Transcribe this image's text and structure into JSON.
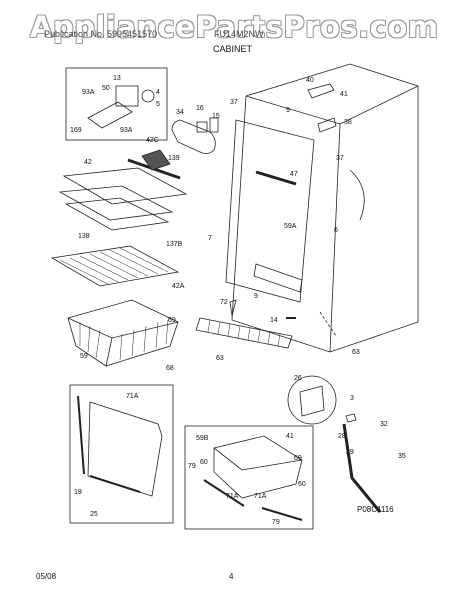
{
  "header": {
    "watermark": "AppliancePartsPros.com",
    "subtitle_left": "Publication No. 5995451570",
    "subtitle_right": "FU14M2NW",
    "section": "CABINET"
  },
  "footer": {
    "diagram_code": "P08C1116",
    "date": "05/08",
    "page": "4"
  },
  "part_labels": {
    "p13": "13",
    "p50": "50",
    "p93a_a": "93A",
    "p4": "4",
    "p5": "5",
    "p169": "169",
    "p93a_b": "93A",
    "p34": "34",
    "p16": "16",
    "p15": "15",
    "p42c": "42C",
    "p139": "139",
    "p42": "42",
    "p138": "138",
    "p137b": "137B",
    "p42a": "42A",
    "p69a": "69",
    "p59a": "59",
    "p68": "68",
    "p37a": "37",
    "p9a": "9",
    "p40": "40",
    "p41a": "41",
    "p38": "38",
    "p37b": "37",
    "p47": "47",
    "p59aa": "59A",
    "p6": "6",
    "p7": "7",
    "p9b": "9",
    "p72": "72",
    "p14": "14",
    "p63a": "63",
    "p63b": "63",
    "p71a": "71A",
    "p19": "19",
    "p25": "25",
    "p26": "26",
    "p41b": "41",
    "p28": "28",
    "p3": "3",
    "p32": "32",
    "p29": "29",
    "p35": "35",
    "p59b": "59B",
    "p69b": "69",
    "p79a": "79",
    "p60a": "60",
    "p71a_b": "71A",
    "p60b": "60",
    "p71a_c": "71A",
    "p79b": "79"
  }
}
